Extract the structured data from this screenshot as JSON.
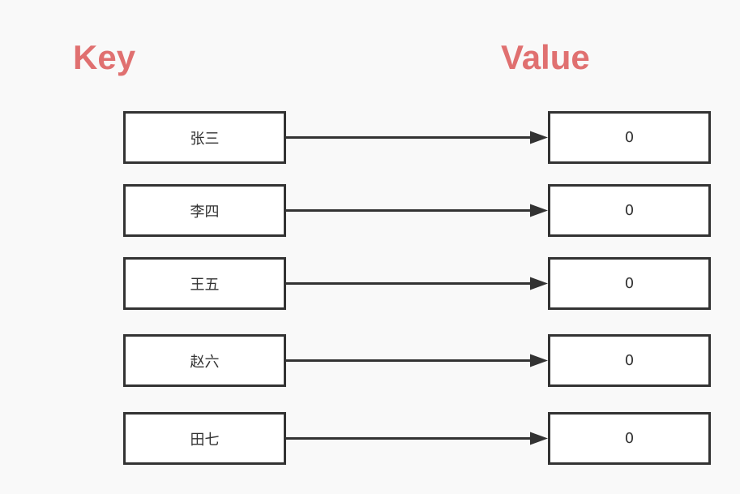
{
  "headers": {
    "key": "Key",
    "value": "Value"
  },
  "mappings": [
    {
      "key": "张三",
      "value": "0"
    },
    {
      "key": "李四",
      "value": "0"
    },
    {
      "key": "王五",
      "value": "0"
    },
    {
      "key": "赵六",
      "value": "0"
    },
    {
      "key": "田七",
      "value": "0"
    }
  ],
  "colors": {
    "header": "#e07070",
    "stroke": "#333333",
    "background": "#f9f9f9"
  }
}
